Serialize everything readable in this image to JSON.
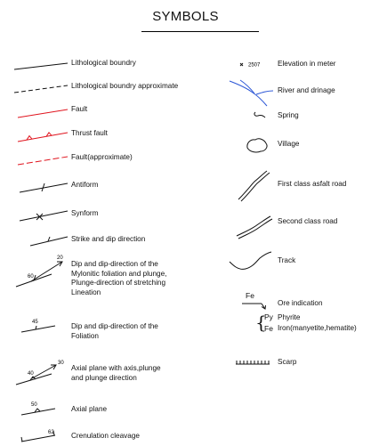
{
  "title": "SYMBOLS",
  "left_items": [
    {
      "label": "Lithological boundry"
    },
    {
      "label": "Lithological boundry approximate"
    },
    {
      "label": "Fault"
    },
    {
      "label": "Thrust fault"
    },
    {
      "label": "Fault(approximate)"
    },
    {
      "label": "Antiform"
    },
    {
      "label": "Synform"
    },
    {
      "label": "Strike and dip direction"
    },
    {
      "label_lines": [
        "Dip and dip-direction of the",
        "Mylonitic foliation and plunge,",
        "Plunge-direction of stretching",
        "Lineation"
      ],
      "values": [
        "20",
        "60"
      ]
    },
    {
      "label_lines": [
        "Dip and dip-direction of the",
        "Foliation"
      ],
      "values": [
        "45"
      ]
    },
    {
      "label_lines": [
        "Axial plane with axis,plunge",
        "and plunge direction"
      ],
      "values": [
        "30",
        "40"
      ]
    },
    {
      "label": "Axial plane",
      "values": [
        "50"
      ]
    },
    {
      "label": "Crenulation cleavage",
      "values": [
        "62"
      ]
    }
  ],
  "right_items": [
    {
      "label": "Elevation in meter",
      "value": "2507"
    },
    {
      "label": "River and drinage"
    },
    {
      "label": "Spring"
    },
    {
      "label": "Village"
    },
    {
      "label": "First class asfalt road"
    },
    {
      "label": "Second class road"
    },
    {
      "label": "Track"
    },
    {
      "label": "Ore indication",
      "symbol_text": "Fe"
    },
    {
      "label": "Phyrite",
      "symbol_text": "Py"
    },
    {
      "label": "Iron(manyetite,hematite)",
      "symbol_text": "Fe"
    },
    {
      "label": "Scarp"
    }
  ],
  "colors": {
    "fault": "#e0141e",
    "river": "#2a55d6",
    "line": "#111111"
  }
}
